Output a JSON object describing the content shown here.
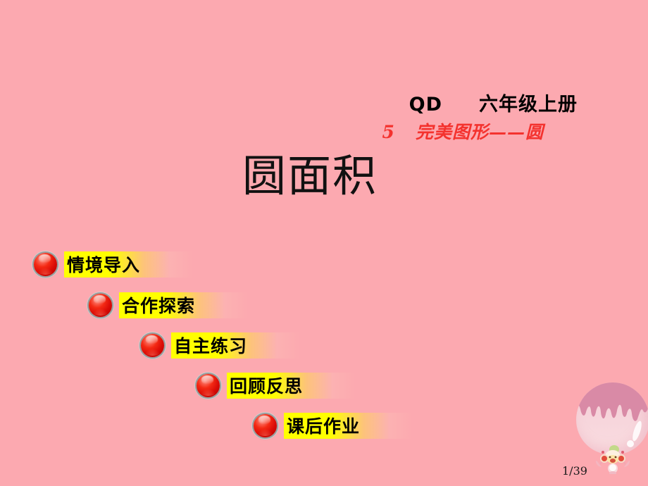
{
  "slide": {
    "background_color": "#fca9b0",
    "page_label": "1/39"
  },
  "header": {
    "edition_line": "QD     六年级上册",
    "unit_line": "5   完美图形——圆"
  },
  "title": {
    "text": "圆面积"
  },
  "menu": {
    "items": [
      {
        "label": "情境导入",
        "bullet": "red-sphere-bullet"
      },
      {
        "label": "合作探索",
        "bullet": "red-sphere-bullet"
      },
      {
        "label": "自主练习",
        "bullet": "red-sphere-bullet"
      },
      {
        "label": "回顾反思",
        "bullet": "red-sphere-bullet"
      },
      {
        "label": "课后作业",
        "bullet": "red-sphere-bullet"
      }
    ],
    "highlight_color": "#ffff00",
    "bullet_color": "#e01206"
  },
  "decoration": {
    "mascot": "hot-air-balloon-with-character",
    "balloon_top_color": "#d98aa6",
    "balloon_body_color": "#f7d6dc"
  }
}
